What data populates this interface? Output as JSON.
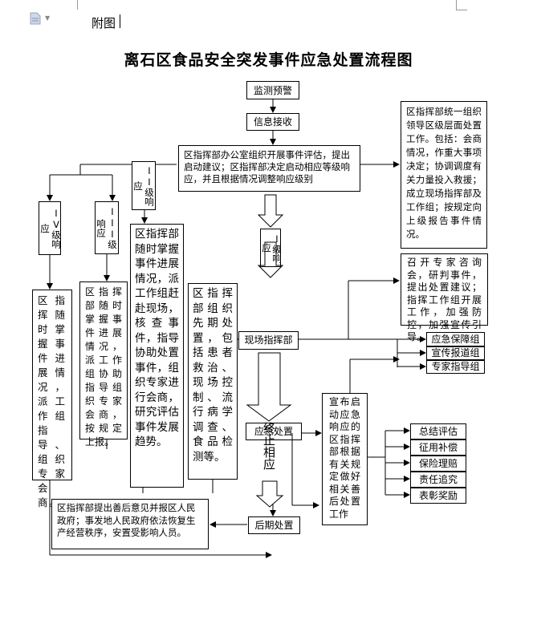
{
  "page": {
    "appendix_label": "附图",
    "title": "离石区食品安全突发事件应急处置流程图"
  },
  "nodes": {
    "monitor": "监测预警",
    "info": "信息接收",
    "office": "区指挥部办公室组织开展事件评估，提出启动建议；区指挥部决定启动相应等级响应，并且根据情况调整响应级别",
    "unified": "区指挥部统一组织领导区级层面处置工作。包括：会商情况，作重大事项决定；协调调度有关力量投入救援；成立现场指挥部及工作组；按规定向上级报告事件情况。",
    "level1": "I级响应",
    "level2": "II级响应",
    "level3": "III级响应",
    "level4": "IV级响应",
    "level4_desc": "区指挥随时掌握事件进展情况，派工作组指导、组织专家会商。",
    "level3_desc": "区指挥部随时掌握事件进展情况，派工作组协助指导组织专家会商，按规定上报。",
    "level2_desc": "区指挥部随时掌握事件进展情况，派工作组赶赴现场，核查事件，指导协助处置事件，组织专家进行会商，研究评估事件发展趋势。",
    "level1_desc": "区指挥部组织先期处置，包括患者救治、现场控制、流行病学调查、食品检测等。",
    "experts": "召开专家咨询会，研判事件，提出处置建议；指挥工作组开展工作，加强防控，加强宣传引导。",
    "field_hq": "现场指挥部",
    "groups": [
      "应急保障组",
      "宣传报道组",
      "专家指导组"
    ],
    "terminate": "终止相应",
    "terminate_hidden": "应急处置",
    "announce": "宣布启动应急响应的区指挥部根据有关规定做好相关善后处置工作",
    "aftermath_items": [
      "总结评估",
      "征用补偿",
      "保险理赔",
      "责任追究",
      "表彰奖励"
    ],
    "later": "后期处置",
    "restore": "区指挥部提出善后意见并报区人民政府；事发地人民政府依法恢复生产经营秩序，安置受影响人员。"
  },
  "colors": {
    "line": "#000000",
    "background": "#ffffff"
  }
}
